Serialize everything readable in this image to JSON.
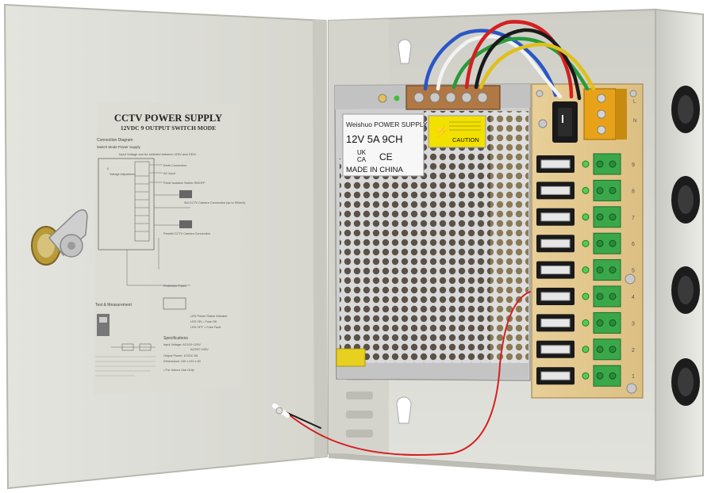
{
  "door_label": {
    "title": "CCTV POWER SUPPLY",
    "subtitle": "12VDC 9 OUTPUT SWITCH MODE",
    "connection_diagram": "Connection Diagram",
    "switch_mode_ps": "Switch Mode Power Supply",
    "input_voltage_note": "Input Voltage can be selected between 115V and 230V",
    "earth_connection": "Earth Connection",
    "ac_input": "AC Input",
    "panel_isolation": "Panel Isolation Switch ON/OFF",
    "voltage_adjustment": "Voltage Adjustment",
    "camera_connection": "Std CCTV Camera Connection (up to 500mA)",
    "parallel_connection": "Parallel CCTV Camera Connection",
    "protection_fuses": "Protection Fuses",
    "led_status": "LED Power Status Indicator",
    "led_on": "LED ON = Fuse OK",
    "led_off": "LED OFF = Fuse Fault",
    "test_measurement": "Test & Measurement",
    "specifications": "Specifications",
    "spec_input": "Input Voltage: AC100~120V",
    "spec_input2": "AC220~240V",
    "spec_output": "Output Power: 12VDC 5A",
    "spec_dimensions": "Dimensions: 240 x 210 x 60",
    "indoor_use": "• For Indoor Use Only"
  },
  "psu_label": {
    "brand": "Weishuo POWER SUPPLY",
    "rating": "12V  5A  9CH",
    "mark_ukca": "UK\nCA",
    "mark_ce": "CE",
    "origin": "MADE IN CHINA",
    "caution": "CAUTION",
    "warning_glyph": "⚡"
  },
  "terminal_labels": [
    "L",
    "N"
  ],
  "channel_numbers": [
    "9",
    "8",
    "7",
    "6",
    "5",
    "4",
    "3",
    "2",
    "1"
  ],
  "wire_colors": {
    "red": "#d42020",
    "black": "#1a1a1a",
    "blue": "#2a56c8",
    "white": "#f2f2f2",
    "yellow": "#e0c01a",
    "green": "#2a9a3a"
  },
  "enclosure_color": "#d9d9d3",
  "icons": [
    "cam-lock-icon",
    "rocker-switch-icon",
    "fuse-icon",
    "led-icon",
    "knockout-hole-icon",
    "keyhole-icon"
  ]
}
